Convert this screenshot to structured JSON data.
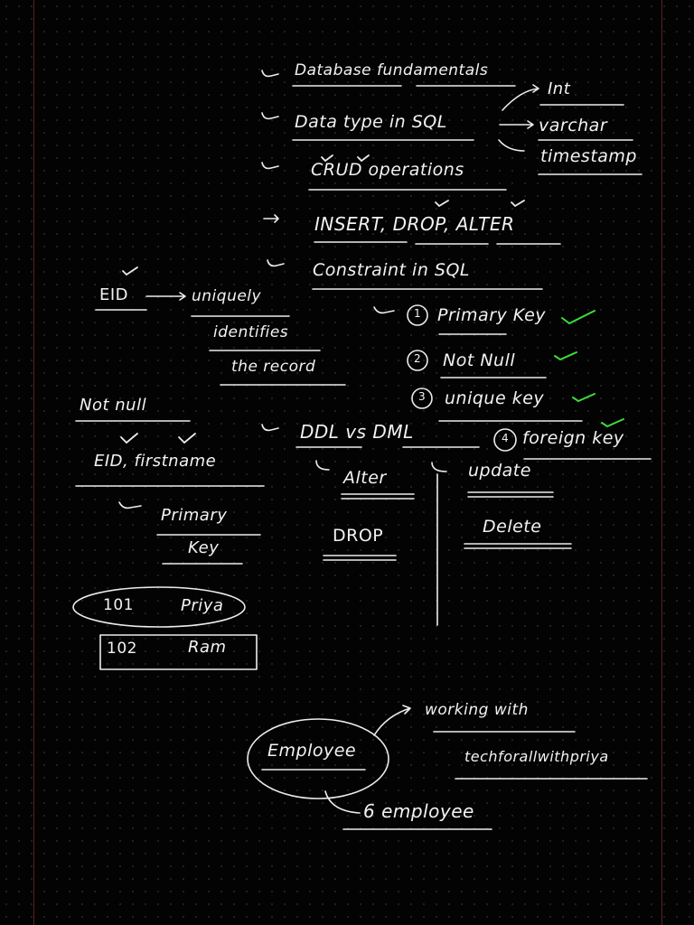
{
  "notes": {
    "bullets": {
      "b1": "Database fundamentals",
      "b2": "Data type in SQL",
      "b3": "CRUD operations",
      "b4": "INSERT, DROP, ALTER",
      "b5": "Constraint in SQL",
      "b6": "DDL vs DML"
    },
    "datatypes": {
      "d1": "Int",
      "d2": "varchar",
      "d3": "timestamp"
    },
    "constraints": {
      "c1_num": "1",
      "c1": "Primary Key",
      "c2_num": "2",
      "c2": "Not Null",
      "c3_num": "3",
      "c3": "unique key",
      "c4_num": "4",
      "c4": "foreign key"
    },
    "eid": {
      "label": "EID",
      "line1": "uniquely",
      "line2": "identifies",
      "line3": "the record"
    },
    "notnull": {
      "label": "Not null",
      "fields": "EID, firstname",
      "pk1": "Primary",
      "pk2": "Key"
    },
    "records": {
      "r1_id": "101",
      "r1_name": "Priya",
      "r2_id": "102",
      "r2_name": "Ram"
    },
    "ddl_dml": {
      "ddl1": "Alter",
      "ddl2": "DROP",
      "dml1": "update",
      "dml2": "Delete"
    },
    "employee": {
      "label": "Employee",
      "working": "working with",
      "company": "techforallwithpriya",
      "count": "6 employee"
    },
    "colors": {
      "ink": "#f2f2f2",
      "check": "#3ddc3d",
      "margin": "#5a1f24"
    }
  }
}
